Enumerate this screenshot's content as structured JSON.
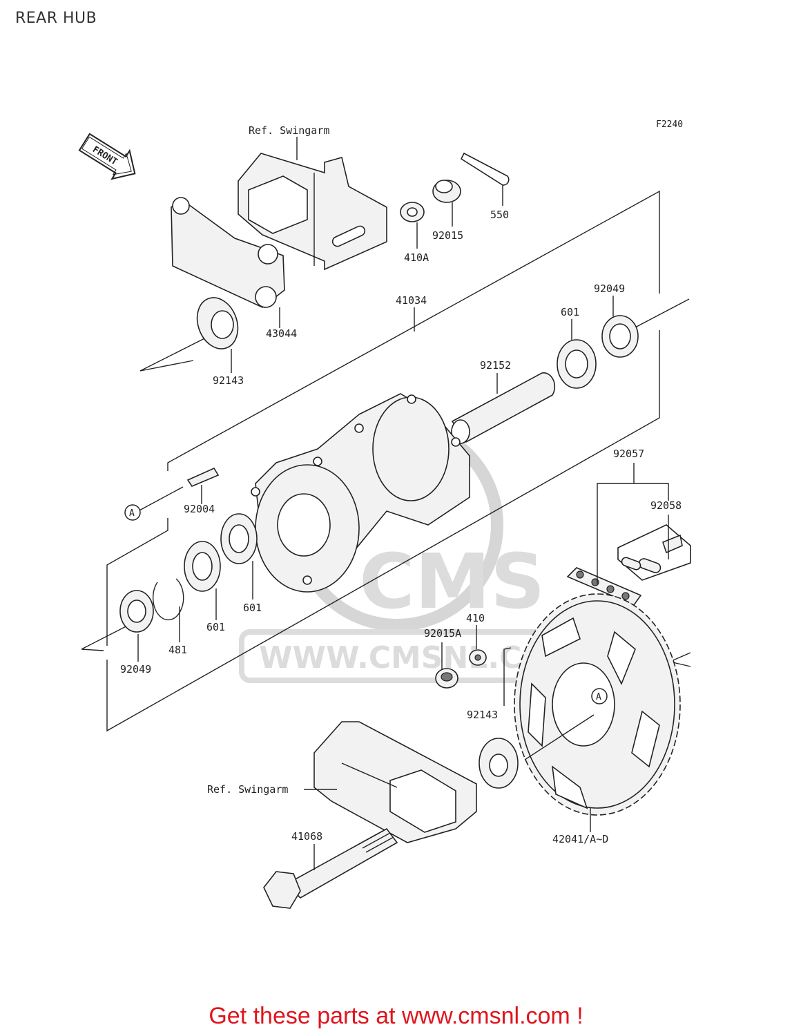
{
  "page": {
    "title": "REAR HUB"
  },
  "diagram": {
    "figure_code": "F2240",
    "front_label": "FRONT",
    "ref_swingarm_top": "Ref. Swingarm",
    "ref_swingarm_bottom": "Ref. Swingarm",
    "callout_a": "A",
    "watermark_logo": "CMS",
    "watermark_url": "WWW.CMSNL.COM",
    "parts": {
      "p550": "550",
      "p92015": "92015",
      "p410A": "410A",
      "p43044": "43044",
      "p92143_top": "92143",
      "p41034": "41034",
      "p92049_right": "92049",
      "p601_right": "601",
      "p92152": "92152",
      "p92057": "92057",
      "p92058": "92058",
      "p92004": "92004",
      "p601_a": "601",
      "p601_b": "601",
      "p481": "481",
      "p92049_left": "92049",
      "p410": "410",
      "p92015A": "92015A",
      "p92143_bottom": "92143",
      "p41068": "41068",
      "p42041": "42041/A~D"
    }
  },
  "footer": {
    "promo_text": "Get these parts at www.cmsnl.com !"
  }
}
